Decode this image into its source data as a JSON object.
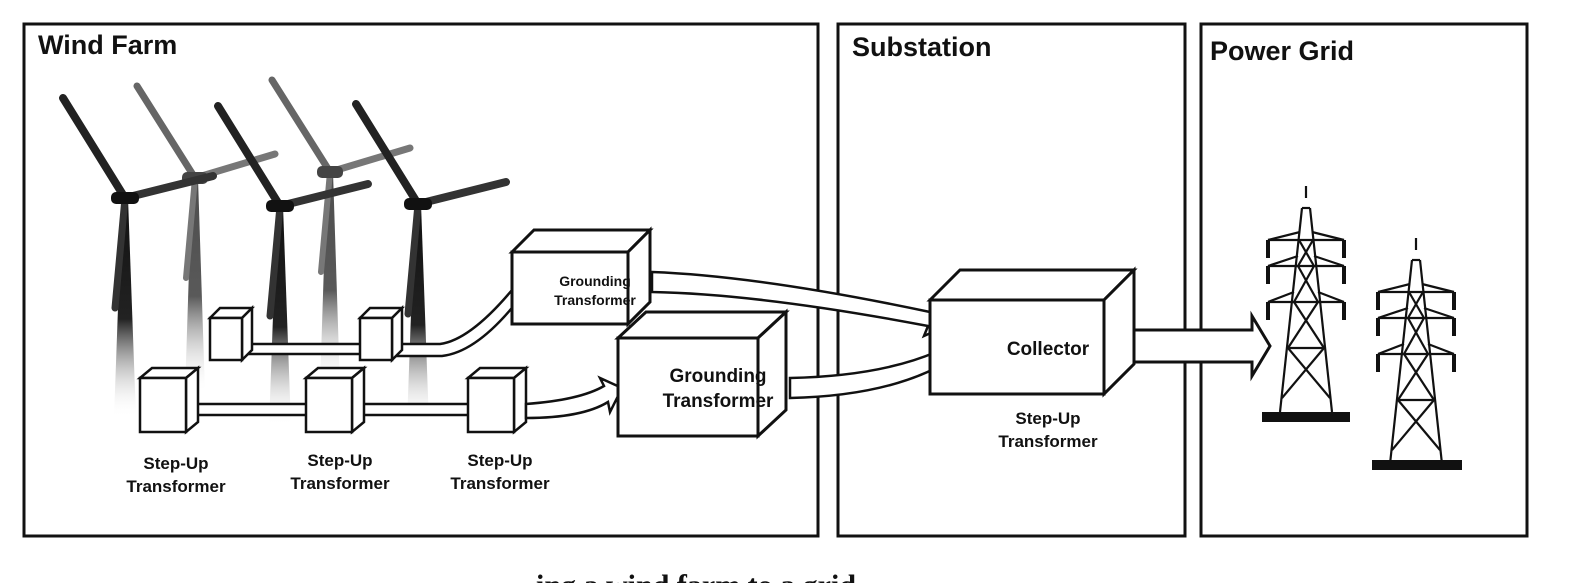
{
  "panels": {
    "wind_farm": "Wind Farm",
    "substation": "Substation",
    "power_grid": "Power Grid"
  },
  "labels": {
    "step_up_line1": "Step-Up",
    "step_up_line2": "Transformer",
    "grounding_line1": "Grounding",
    "grounding_line2": "Transformer",
    "collector": "Collector"
  },
  "caption": "ing a wind farm to a grid"
}
